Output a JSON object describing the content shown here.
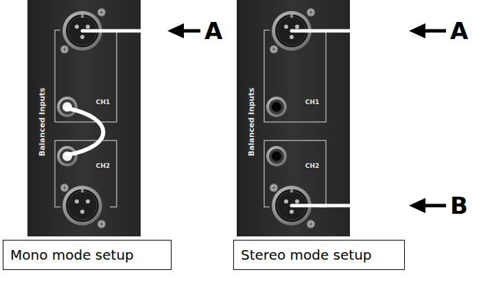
{
  "diagram": {
    "nodes": [
      {
        "text": [
          "Balanced Inputs",
          "CH1",
          "CH2"
        ]
      },
      {
        "text": [
          "Balanced Inputs",
          "CH1",
          "CH2"
        ]
      },
      {
        "text": [
          "Mono mode setup"
        ]
      },
      {
        "text": [
          "Stereo mode setup"
        ]
      }
    ],
    "labels": [
      "A",
      "A",
      "B"
    ]
  }
}
